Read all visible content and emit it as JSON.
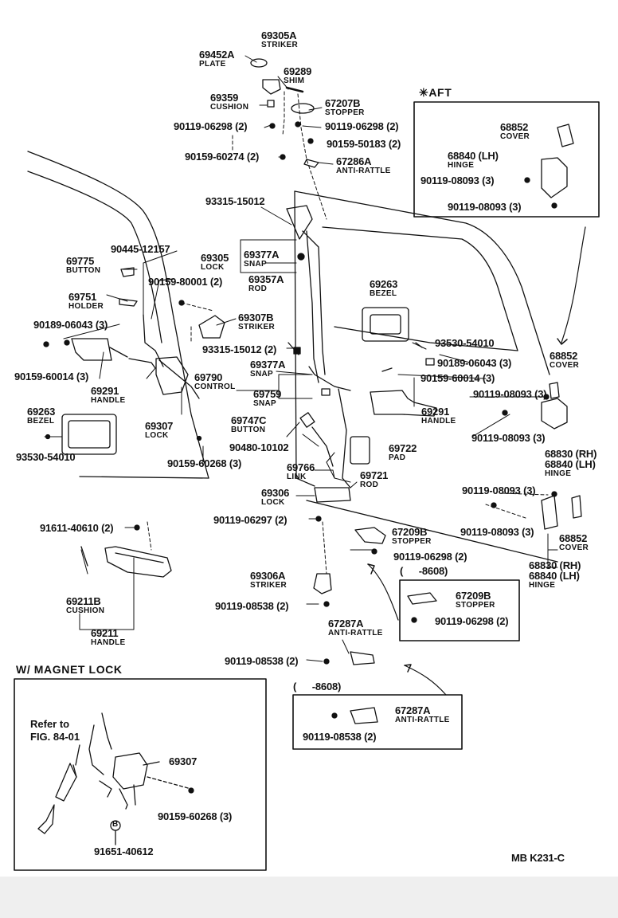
{
  "diagram_code": "MB  K231-C",
  "aft_box": {
    "title": "AFT"
  },
  "magnet_box": {
    "title": "W/ MAGNET  LOCK",
    "refer_line1": "Refer to",
    "refer_line2": "FIG. 84-01",
    "bolt_symbol": "B"
  },
  "date_boxes": [
    {
      "code": "(   -8608)"
    },
    {
      "code": "(   -8608)"
    }
  ],
  "labels": [
    {
      "pn": "69305A",
      "name": "STRIKER"
    },
    {
      "pn": "69452A",
      "name": "PLATE"
    },
    {
      "pn": "69289",
      "name": "SHIM"
    },
    {
      "pn": "69359",
      "name": "CUSHION"
    },
    {
      "pn": "67207B",
      "name": "STOPPER"
    },
    {
      "pn": "90119-06298 (2)",
      "name": ""
    },
    {
      "pn": "90119-06298 (2)",
      "name": ""
    },
    {
      "pn": "90159-50183 (2)",
      "name": ""
    },
    {
      "pn": "90159-60274 (2)",
      "name": ""
    },
    {
      "pn": "67286A",
      "name": "ANTI-RATTLE"
    },
    {
      "pn": "68852",
      "name": "COVER"
    },
    {
      "pn": "68840 (LH)",
      "name": "HINGE"
    },
    {
      "pn": "90119-08093 (3)",
      "name": ""
    },
    {
      "pn": "90119-08093 (3)",
      "name": ""
    },
    {
      "pn": "93315-15012",
      "name": ""
    },
    {
      "pn": "90445-12157",
      "name": ""
    },
    {
      "pn": "69775",
      "name": "BUTTON"
    },
    {
      "pn": "69305",
      "name": "LOCK"
    },
    {
      "pn": "69377A",
      "name": "SNAP"
    },
    {
      "pn": "69357A",
      "name": "ROD"
    },
    {
      "pn": "90159-80001 (2)",
      "name": ""
    },
    {
      "pn": "69751",
      "name": "HOLDER"
    },
    {
      "pn": "69263",
      "name": "BEZEL"
    },
    {
      "pn": "69307B",
      "name": "STRIKER"
    },
    {
      "pn": "90189-06043 (3)",
      "name": ""
    },
    {
      "pn": "93315-15012 (2)",
      "name": ""
    },
    {
      "pn": "93530-54010",
      "name": ""
    },
    {
      "pn": "90159-60014 (3)",
      "name": ""
    },
    {
      "pn": "69291",
      "name": "HANDLE"
    },
    {
      "pn": "69377A",
      "name": "SNAP"
    },
    {
      "pn": "90189-06043 (3)",
      "name": ""
    },
    {
      "pn": "90159-60014 (3)",
      "name": ""
    },
    {
      "pn": "68852",
      "name": "COVER"
    },
    {
      "pn": "69790",
      "name": "CONTROL"
    },
    {
      "pn": "69759",
      "name": "SNAP"
    },
    {
      "pn": "90119-08093 (3)",
      "name": ""
    },
    {
      "pn": "69263",
      "name": "BEZEL"
    },
    {
      "pn": "69307",
      "name": "LOCK"
    },
    {
      "pn": "69747C",
      "name": "BUTTON"
    },
    {
      "pn": "69291",
      "name": "HANDLE"
    },
    {
      "pn": "90119-08093 (3)",
      "name": ""
    },
    {
      "pn": "93530-54010",
      "name": ""
    },
    {
      "pn": "90159-60268 (3)",
      "name": ""
    },
    {
      "pn": "90480-10102",
      "name": ""
    },
    {
      "pn": "69722",
      "name": "PAD"
    },
    {
      "pn": "68830 (RH)",
      "name": ""
    },
    {
      "pn": "68840 (LH)",
      "name": "HINGE"
    },
    {
      "pn": "69766",
      "name": "LINK"
    },
    {
      "pn": "69721",
      "name": "ROD"
    },
    {
      "pn": "69306",
      "name": "LOCK"
    },
    {
      "pn": "90119-08093 (3)",
      "name": ""
    },
    {
      "pn": "91611-40610 (2)",
      "name": ""
    },
    {
      "pn": "90119-06297 (2)",
      "name": ""
    },
    {
      "pn": "67209B",
      "name": "STOPPER"
    },
    {
      "pn": "90119-08093 (3)",
      "name": ""
    },
    {
      "pn": "68852",
      "name": "COVER"
    },
    {
      "pn": "90119-06298 (2)",
      "name": ""
    },
    {
      "pn": "68830 (RH)",
      "name": ""
    },
    {
      "pn": "68840 (LH)",
      "name": "HINGE"
    },
    {
      "pn": "69211B",
      "name": "CUSHION"
    },
    {
      "pn": "69306A",
      "name": "STRIKER"
    },
    {
      "pn": "67209B",
      "name": "STOPPER"
    },
    {
      "pn": "90119-08538 (2)",
      "name": ""
    },
    {
      "pn": "90119-06298 (2)",
      "name": ""
    },
    {
      "pn": "69211",
      "name": "HANDLE"
    },
    {
      "pn": "67287A",
      "name": "ANTI-RATTLE"
    },
    {
      "pn": "90119-08538 (2)",
      "name": ""
    },
    {
      "pn": "67287A",
      "name": "ANTI-RATTLE"
    },
    {
      "pn": "90119-08538 (2)",
      "name": ""
    },
    {
      "pn": "69307",
      "name": ""
    },
    {
      "pn": "90159-60268 (3)",
      "name": ""
    },
    {
      "pn": "91651-40612",
      "name": ""
    }
  ]
}
